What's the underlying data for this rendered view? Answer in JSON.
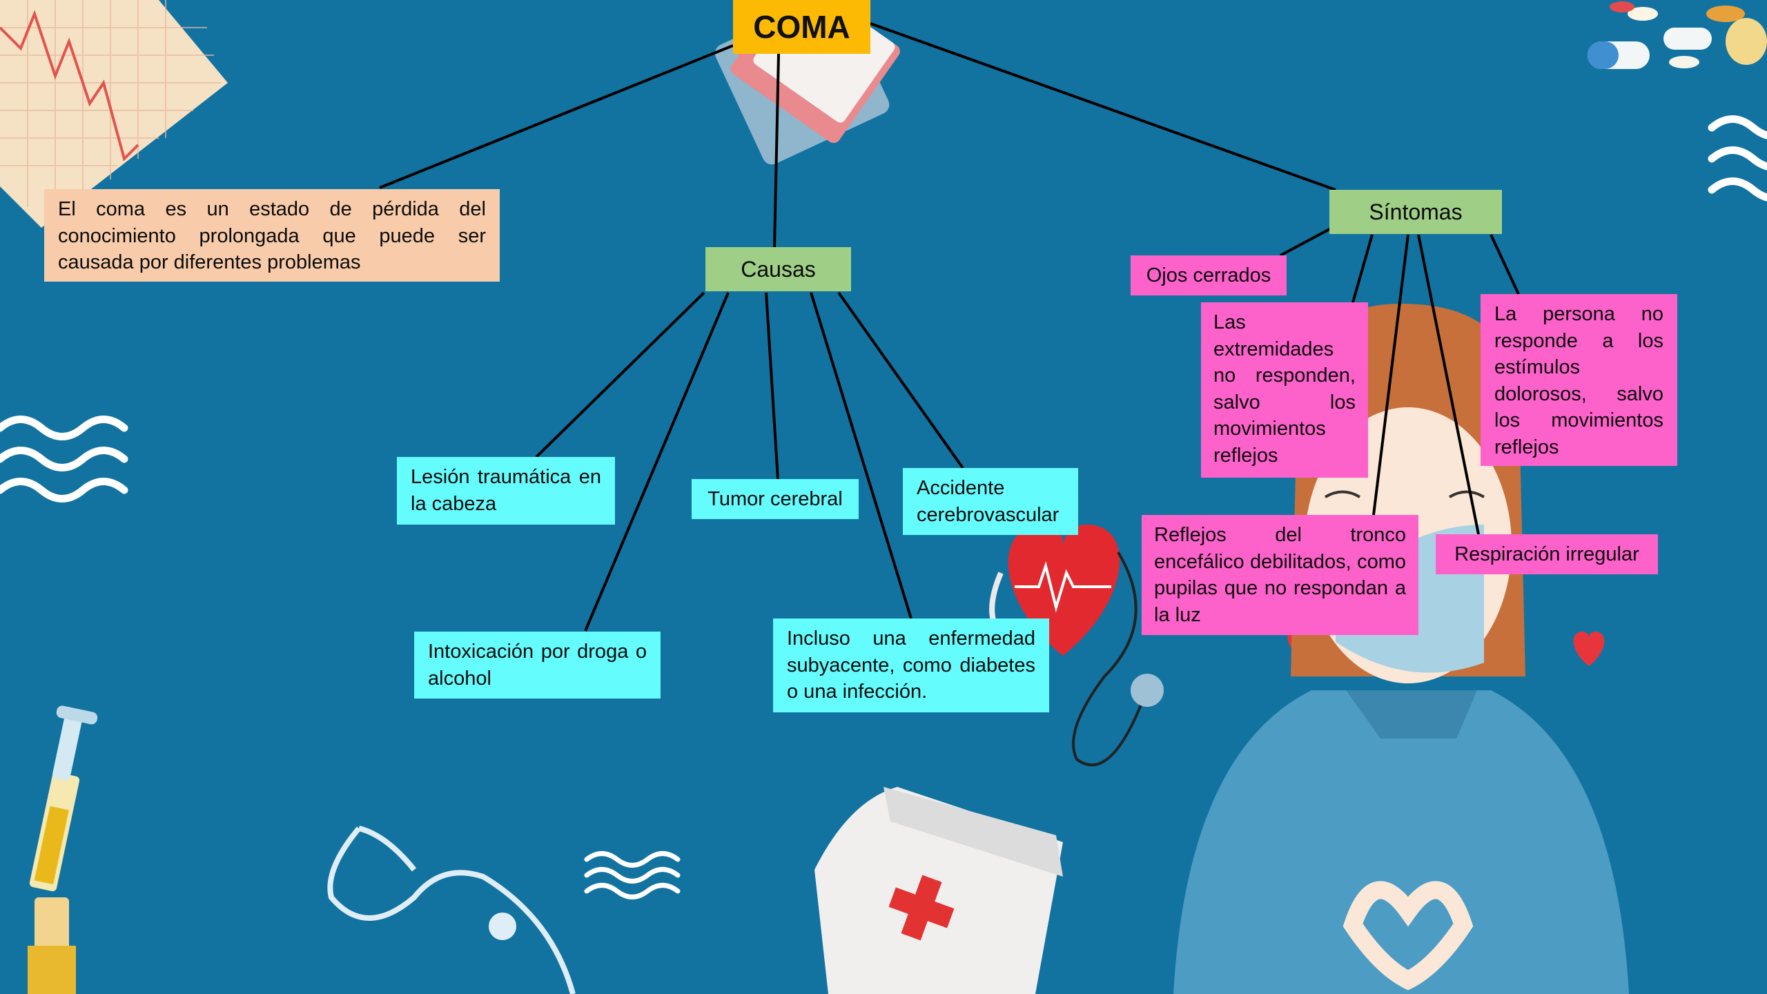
{
  "title": "COMA",
  "definition": "El coma es un estado de pérdida del conocimiento prolongada que puede ser causada por diferentes problemas",
  "causes": {
    "label": "Causas",
    "items": [
      "Lesión traumática en la cabeza",
      "Intoxicación por droga o alcohol",
      "Tumor cerebral",
      "Incluso una enfermedad subyacente, como diabetes o una infección.",
      "Accidente cerebrovascular"
    ]
  },
  "symptoms": {
    "label": "Síntomas",
    "items": [
      "Ojos cerrados",
      "Las extremidades no responden, salvo los movimientos reflejos",
      "Reflejos del tronco encefálico debilitados, como pupilas que no respondan a la luz",
      "Respiración irregular",
      "La persona no responde a los estímulos dolorosos, salvo los movimientos reflejos"
    ]
  },
  "colors": {
    "background": "#1273a1",
    "title": "#fcba05",
    "definition": "#f8ccaa",
    "category": "#9fcf86",
    "cause": "#64fcfd",
    "symptom": "#fd61ca"
  },
  "decorations": [
    "ecg-paper",
    "clipboard",
    "pills",
    "wave-lines",
    "syringe",
    "stethoscope",
    "heart-stethoscope",
    "nurse-cap",
    "nurse-illustration",
    "hearts"
  ]
}
